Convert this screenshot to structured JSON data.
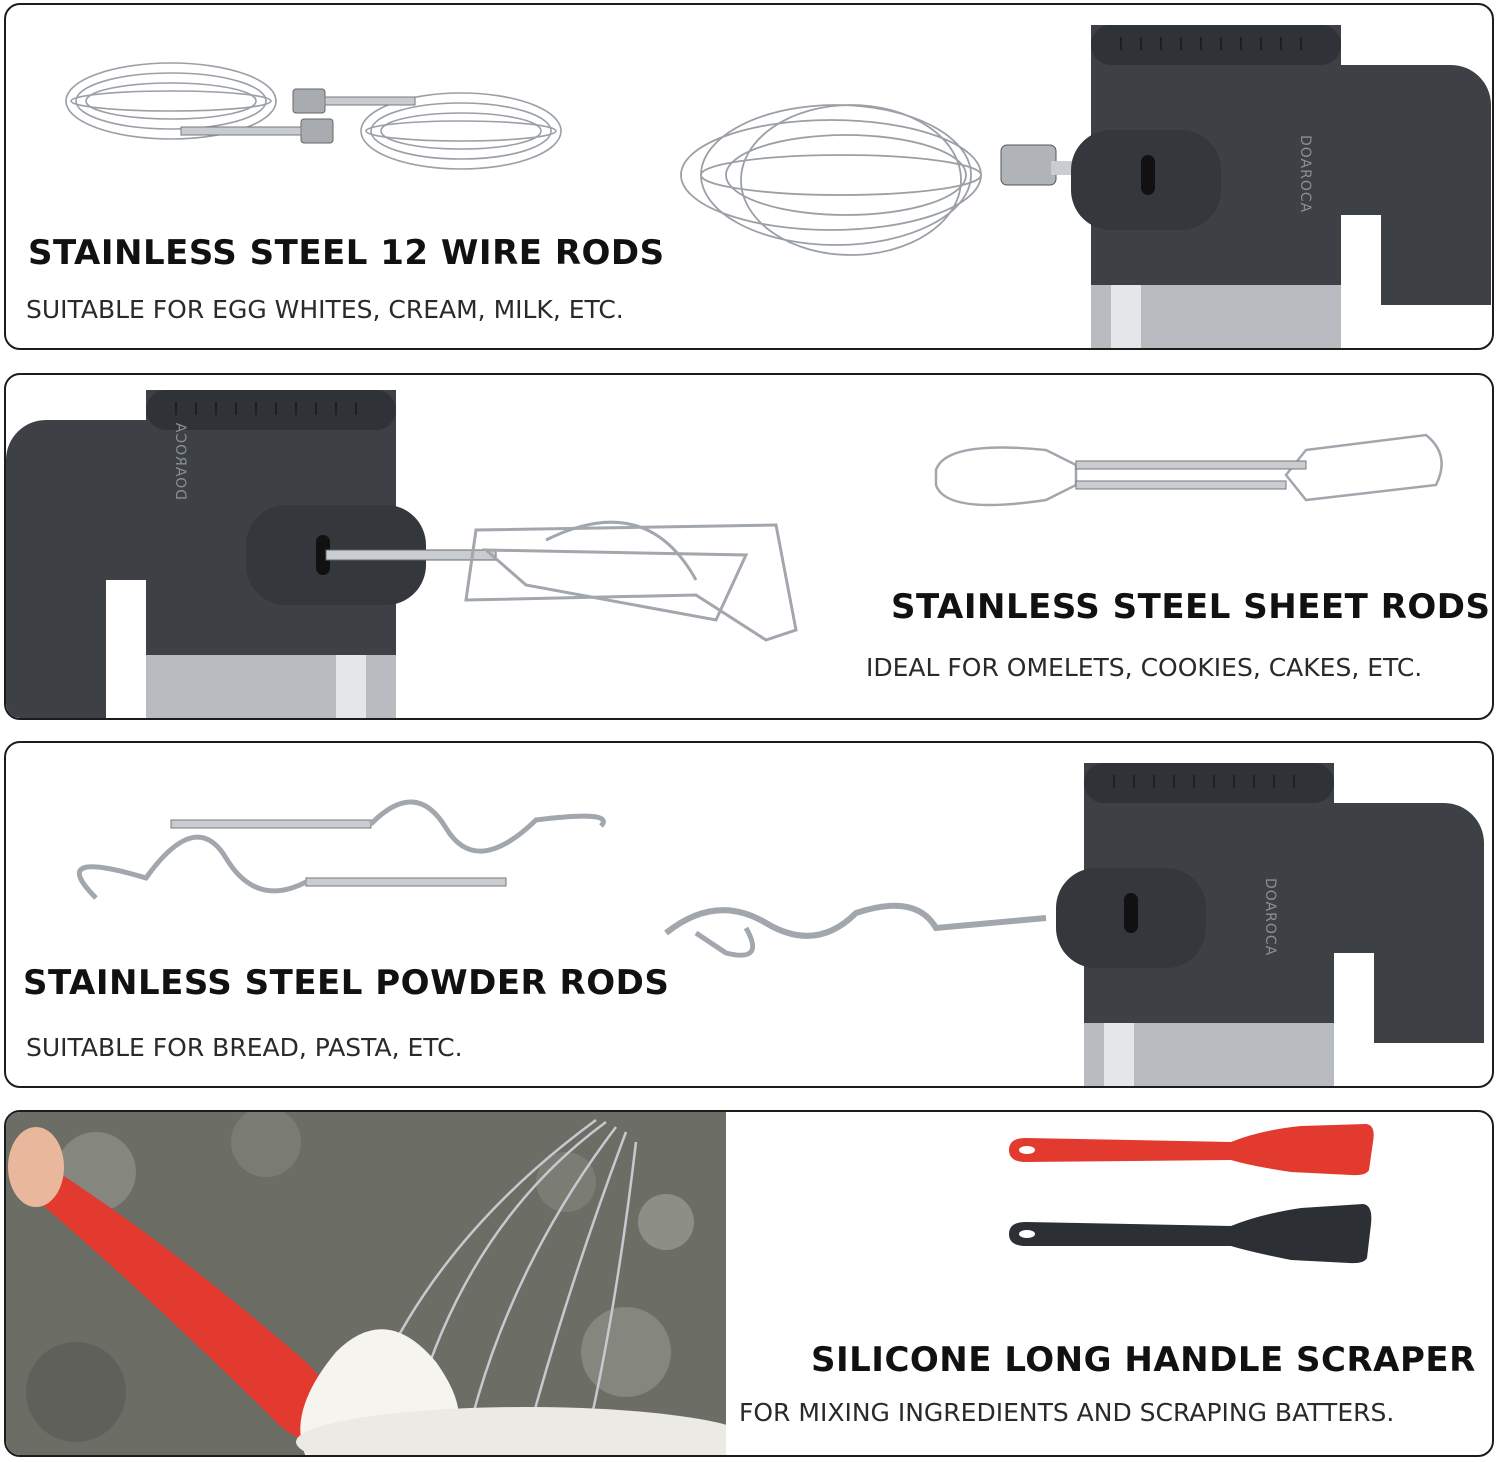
{
  "panels": [
    {
      "title": "STAINLESS STEEL 12 WIRE RODS",
      "subtitle": "SUITABLE FOR EGG WHITES, CREAM, MILK, ETC.",
      "brand": "DOAROCA"
    },
    {
      "title": "STAINLESS STEEL SHEET RODS",
      "subtitle": "IDEAL FOR OMELETS, COOKIES, CAKES, ETC.",
      "brand": "DOAROCA"
    },
    {
      "title": "STAINLESS STEEL POWDER RODS",
      "subtitle": "SUITABLE FOR BREAD, PASTA, ETC.",
      "brand": "DOAROCA"
    },
    {
      "title": "SILICONE LONG HANDLE SCRAPER",
      "subtitle": "FOR MIXING INGREDIENTS AND SCRAPING BATTERS."
    }
  ],
  "colors": {
    "mixer_body": "#3d4146",
    "steel": "#b9bdc2",
    "scraper_red": "#e23a2e",
    "scraper_black": "#2c2f33",
    "border": "#1c1c1c"
  }
}
